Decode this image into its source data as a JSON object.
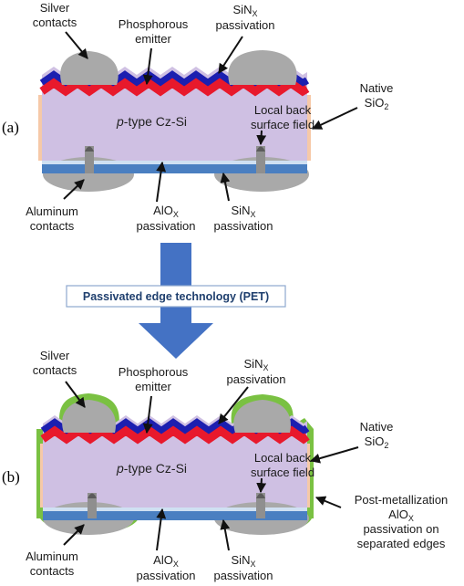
{
  "panel_a": {
    "panel_label": "(a)",
    "silver_contacts": [
      "Silver",
      "contacts"
    ],
    "phosphorous_emitter": [
      "Phosphorous",
      "emitter"
    ],
    "sinx_top": {
      "main": "SiN",
      "sub": "X",
      "line2": "passivation"
    },
    "native_sio2": {
      "line1": "Native",
      "main": "SiO",
      "sub": "2"
    },
    "core": {
      "italic": "p",
      "rest": "-type Cz-Si"
    },
    "local_bsf": [
      "Local back",
      "surface field"
    ],
    "aluminum_contacts": [
      "Aluminum",
      "contacts"
    ],
    "alox": {
      "main": "AlO",
      "sub": "X",
      "line2": "passivation"
    },
    "sinx_bottom": {
      "main": "SiN",
      "sub": "X",
      "line2": "passivation"
    }
  },
  "pet": {
    "label": "Passivated edge technology (PET)"
  },
  "panel_b": {
    "panel_label": "(b)",
    "silver_contacts": [
      "Silver",
      "contacts"
    ],
    "phosphorous_emitter": [
      "Phosphorous",
      "emitter"
    ],
    "sinx_top": {
      "main": "SiN",
      "sub": "X",
      "line2": "passivation"
    },
    "native_sio2": {
      "line1": "Native",
      "main": "SiO",
      "sub": "2"
    },
    "core": {
      "italic": "p",
      "rest": "-type Cz-Si"
    },
    "local_bsf": [
      "Local back",
      "surface field"
    ],
    "post_met": {
      "line1": "Post-metallization",
      "main": "AlO",
      "sub": "X",
      "line3": "passivation on",
      "line4": "separated edges"
    },
    "aluminum_contacts": [
      "Aluminum",
      "contacts"
    ],
    "alox": {
      "main": "AlO",
      "sub": "X",
      "line2": "passivation"
    },
    "sinx_bottom": {
      "main": "SiN",
      "sub": "X",
      "line2": "passivation"
    }
  },
  "colors": {
    "silicon": "#cfc0e3",
    "emitter_red": "#e8192c",
    "sinx_blue": "#1c1fb0",
    "rear_blue": "#4a7fc1",
    "rear_light": "#cfe0f2",
    "contact_grey": "#a9a9a9",
    "native_oxide": "#f6c9a8",
    "pet_green": "#7ac142",
    "arrow_blue": "#4472c4"
  }
}
